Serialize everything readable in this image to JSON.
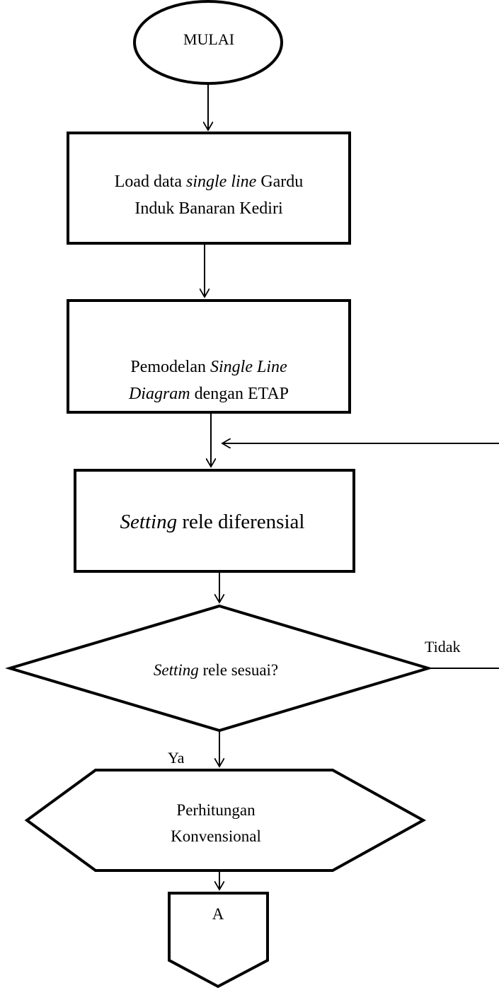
{
  "flowchart": {
    "start": "MULAI",
    "load_data": {
      "pre": "Load data ",
      "italic": "single line",
      "post": " Gardu",
      "line2": "Induk Banaran Kediri"
    },
    "modeling": {
      "pre": "Pemodelan ",
      "italic1": "Single Line",
      "italic2": "Diagram",
      "post": " dengan ETAP"
    },
    "setting": {
      "italic": "Setting",
      "post": " rele diferensial"
    },
    "decision": {
      "italic": "Setting",
      "post": " rele sesuai?"
    },
    "decision_no": "Tidak",
    "decision_yes": "Ya",
    "conventional": {
      "line1": "Perhitungan",
      "line2": "Konvensional"
    },
    "connector": "A"
  }
}
